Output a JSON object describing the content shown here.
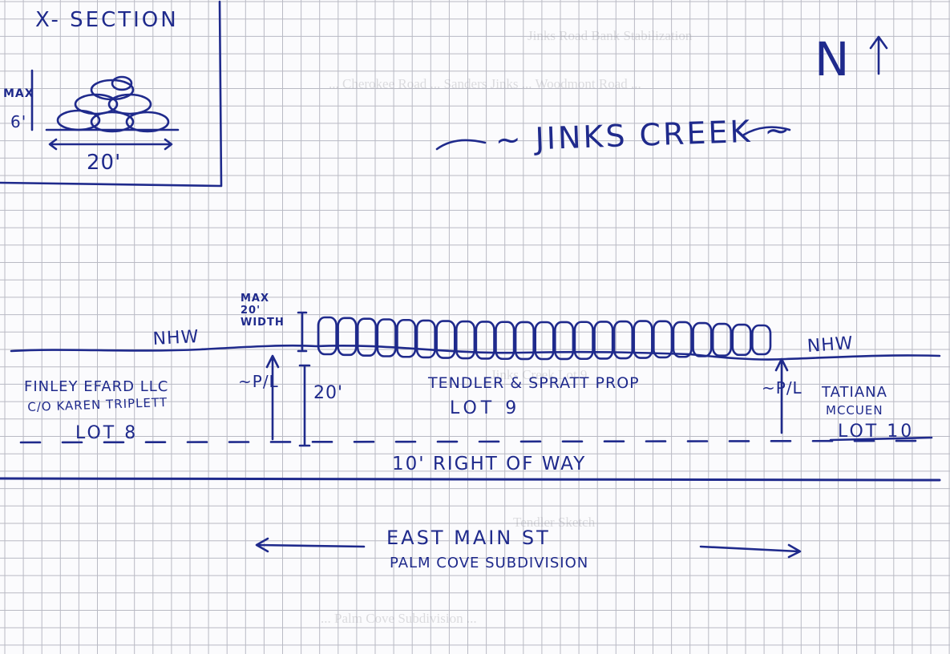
{
  "background_print": [
    "Jinks Road Bank Stabilization",
    "... Cherokee Road ... Sanders Jinks ... Woodmont Road ...",
    "Jinks Creek Lot 9",
    "Tendler Sketch",
    "... Palm Cove Subdivision ..."
  ],
  "colors": {
    "ink": "#1f2a8c",
    "grid": "#b9bac4",
    "paper": "#fbfbfd",
    "ghost_text": "#8a8a92"
  },
  "cross_section": {
    "title": "X- SECTION",
    "height_label_max": "MAX",
    "height_label_value": "6'",
    "width_label": "20'"
  },
  "north_arrow": {
    "letter": "N",
    "icon": "arrow-up-icon"
  },
  "creek": {
    "name": "~ JINKS CREEK ~"
  },
  "nhw": {
    "left": "NHW",
    "right": "NHW"
  },
  "riprap": {
    "label": "MAX\n20'\nWIDTH",
    "rock_count": 23
  },
  "property_lines": {
    "left": "~P/L",
    "right": "~P/L"
  },
  "depth_label": "20'",
  "lots": [
    {
      "owner": "FINLEY EFARD LLC",
      "care_of": "C/O KAREN TRIPLETT",
      "lot": "LOT 8"
    },
    {
      "owner": "TENDLER & SPRATT PROP",
      "lot": "LOT 9"
    },
    {
      "owner": "TATIANA",
      "owner2": "MCCUEN",
      "lot": "LOT 10"
    }
  ],
  "right_of_way": "10' RIGHT OF WAY",
  "street": {
    "name": "EAST MAIN ST",
    "subdivision": "PALM COVE SUBDIVISION"
  }
}
